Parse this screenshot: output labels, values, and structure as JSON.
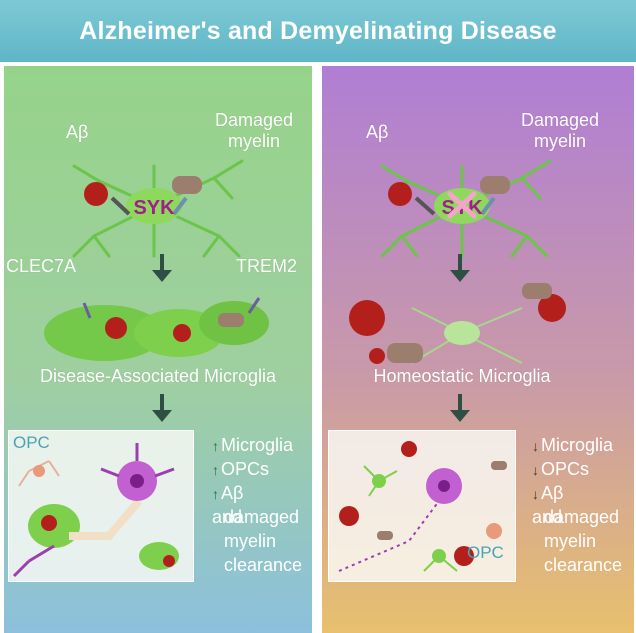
{
  "title": "Alzheimer's and Demyelinating Disease",
  "left": {
    "abeta": "Aβ",
    "damaged_myelin_line1": "Damaged",
    "damaged_myelin_line2": "myelin",
    "syk": "SYK",
    "clec7a": "CLEC7A",
    "trem2": "TREM2",
    "state": "Disease-Associated Microglia",
    "opc": "OPC",
    "outcomes": [
      {
        "arrow": "↑",
        "text": "Microglia"
      },
      {
        "arrow": "↑",
        "text": "OPCs"
      },
      {
        "arrow": "↑",
        "text": "Aβ and"
      },
      {
        "arrow": "",
        "text": "damaged"
      },
      {
        "arrow": "",
        "text": "myelin"
      },
      {
        "arrow": "",
        "text": "clearance"
      }
    ]
  },
  "right": {
    "abeta": "Aβ",
    "damaged_myelin_line1": "Damaged",
    "damaged_myelin_line2": "myelin",
    "syk": "SYK",
    "state": "Homeostatic Microglia",
    "opc": "OPC",
    "outcomes": [
      {
        "arrow": "↓",
        "text": "Microglia"
      },
      {
        "arrow": "↓",
        "text": "OPCs"
      },
      {
        "arrow": "↓",
        "text": "Aβ and"
      },
      {
        "arrow": "",
        "text": "damaged"
      },
      {
        "arrow": "",
        "text": "myelin"
      },
      {
        "arrow": "",
        "text": "clearance"
      }
    ]
  },
  "colors": {
    "title_bar": "#5fb6c6",
    "microglia": "#7ecf4c",
    "syk_text": "#a0208a",
    "amyloid": "#b3201c",
    "myelin_debris": "#8a6c5c",
    "opc_cell": "#9c3db0",
    "arrow": "#2f4f44"
  }
}
